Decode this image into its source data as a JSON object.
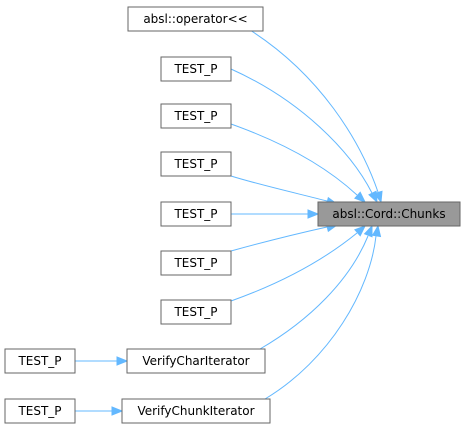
{
  "graph": {
    "nodes": {
      "operator": "absl::operator<<",
      "test_p_1": "TEST_P",
      "test_p_2": "TEST_P",
      "test_p_3": "TEST_P",
      "test_p_4": "TEST_P",
      "test_p_5": "TEST_P",
      "test_p_6": "TEST_P",
      "verify_char_iterator": "VerifyCharIterator",
      "verify_chunk_iterator": "VerifyChunkIterator",
      "test_p_char": "TEST_P",
      "test_p_chunk": "TEST_P",
      "chunks": "absl::Cord::Chunks"
    },
    "edges": [
      [
        "operator",
        "chunks"
      ],
      [
        "test_p_1",
        "chunks"
      ],
      [
        "test_p_2",
        "chunks"
      ],
      [
        "test_p_3",
        "chunks"
      ],
      [
        "test_p_4",
        "chunks"
      ],
      [
        "test_p_5",
        "chunks"
      ],
      [
        "test_p_6",
        "chunks"
      ],
      [
        "verify_char_iterator",
        "chunks"
      ],
      [
        "verify_chunk_iterator",
        "chunks"
      ],
      [
        "test_p_char",
        "verify_char_iterator"
      ],
      [
        "test_p_chunk",
        "verify_chunk_iterator"
      ]
    ],
    "focus_node": "chunks",
    "colors": {
      "edge": "#63b8ff",
      "node_border": "#666666",
      "focus_fill": "#999999",
      "node_fill": "#ffffff"
    }
  }
}
